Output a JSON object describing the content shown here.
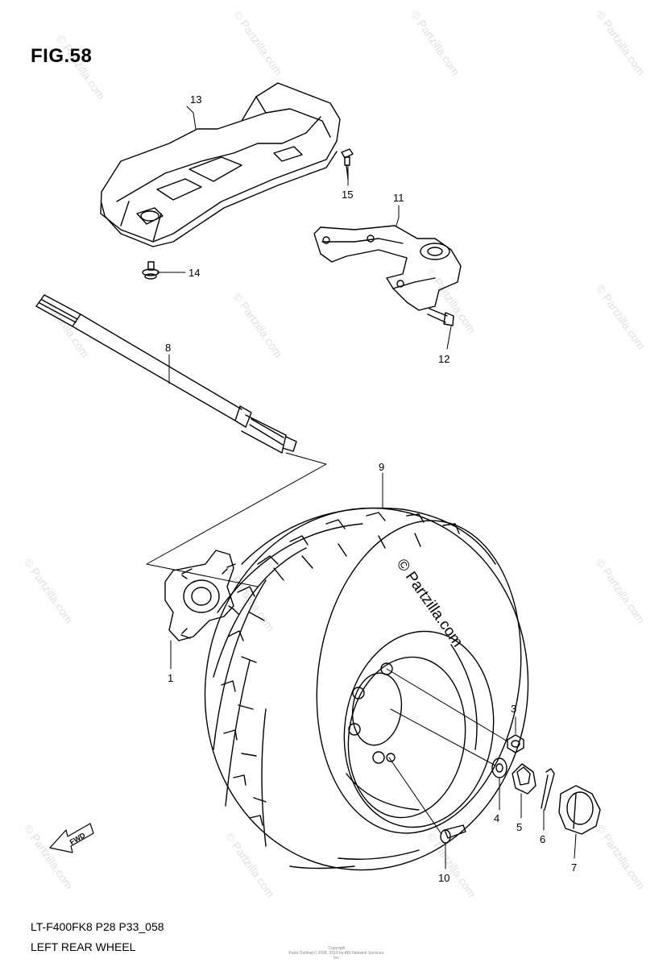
{
  "figure": {
    "title": "FIG.58",
    "model_code": "LT-F400FK8 P28 P33_058",
    "caption": "LEFT REAR WHEEL",
    "copyright_line1": "Copyright",
    "copyright_line2": "Parts Outline(c) 2008, 2019 by ARI Network Services, Inc."
  },
  "watermark": {
    "text": "© Partzilla.com",
    "main_text": "© Partzilla.com"
  },
  "parts": [
    {
      "id": "1",
      "label": "1"
    },
    {
      "id": "3",
      "label": "3"
    },
    {
      "id": "4",
      "label": "4"
    },
    {
      "id": "5",
      "label": "5"
    },
    {
      "id": "6",
      "label": "6"
    },
    {
      "id": "7",
      "label": "7"
    },
    {
      "id": "8",
      "label": "8"
    },
    {
      "id": "9",
      "label": "9"
    },
    {
      "id": "10",
      "label": "10"
    },
    {
      "id": "11",
      "label": "11"
    },
    {
      "id": "12",
      "label": "12"
    },
    {
      "id": "13",
      "label": "13"
    },
    {
      "id": "14",
      "label": "14"
    },
    {
      "id": "15",
      "label": "15"
    }
  ],
  "fwd_arrow": {
    "label": "FWD"
  }
}
